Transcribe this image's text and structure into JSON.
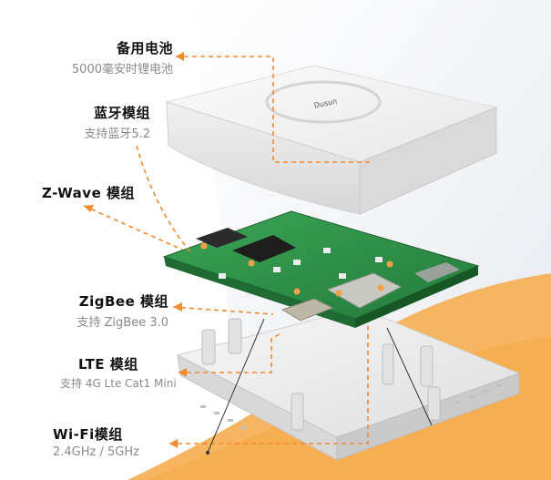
{
  "labels": {
    "battery": {
      "title": "备用电池",
      "sub": "5000毫安时锂电池"
    },
    "bluetooth": {
      "title": "蓝牙模组",
      "sub": "支持蓝牙5.2"
    },
    "zwave": {
      "title": "Z-Wave 模组",
      "sub": ""
    },
    "zigbee": {
      "title": "ZigBee 模组",
      "sub": "支持 ZigBee 3.0"
    },
    "lte": {
      "title": "LTE 模组",
      "sub": "支持 4G Lte Cat1 Mini"
    },
    "wifi": {
      "title": "Wi-Fi模组",
      "sub": "2.4GHz / 5GHz"
    }
  },
  "device": {
    "logo_text": "Dusun"
  },
  "colors": {
    "accent": "#f5a04a",
    "dashed_line": "#f08a2c",
    "pcb": "#2f8f49"
  }
}
